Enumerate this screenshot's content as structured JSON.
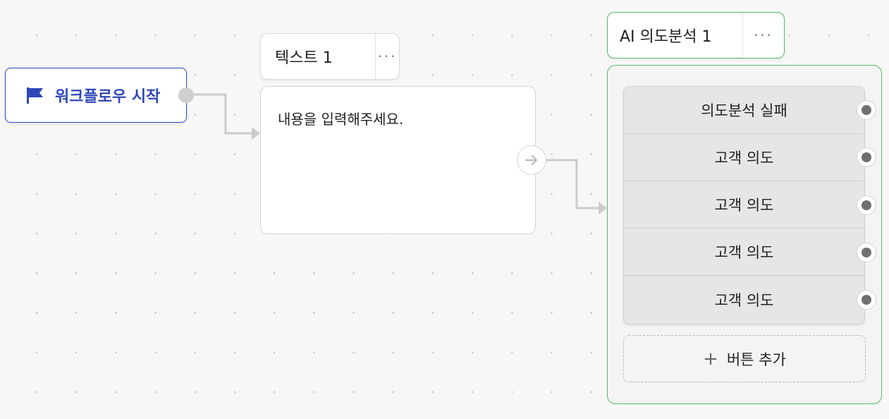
{
  "start_node": {
    "label": "워크플로우 시작",
    "icon": "flag-icon",
    "accent": "#2f47b8"
  },
  "text_node": {
    "title": "텍스트 1",
    "more_label": "···",
    "placeholder": "내용을 입력해주세요."
  },
  "ai_node": {
    "title": "AI 의도분석 1",
    "more_label": "···",
    "accent": "#55b86a",
    "intents": [
      {
        "label": "의도분석 실패"
      },
      {
        "label": "고객 의도"
      },
      {
        "label": "고객 의도"
      },
      {
        "label": "고객 의도"
      },
      {
        "label": "고객 의도"
      }
    ],
    "add_button": {
      "icon": "+",
      "label": "버튼 추가"
    }
  }
}
